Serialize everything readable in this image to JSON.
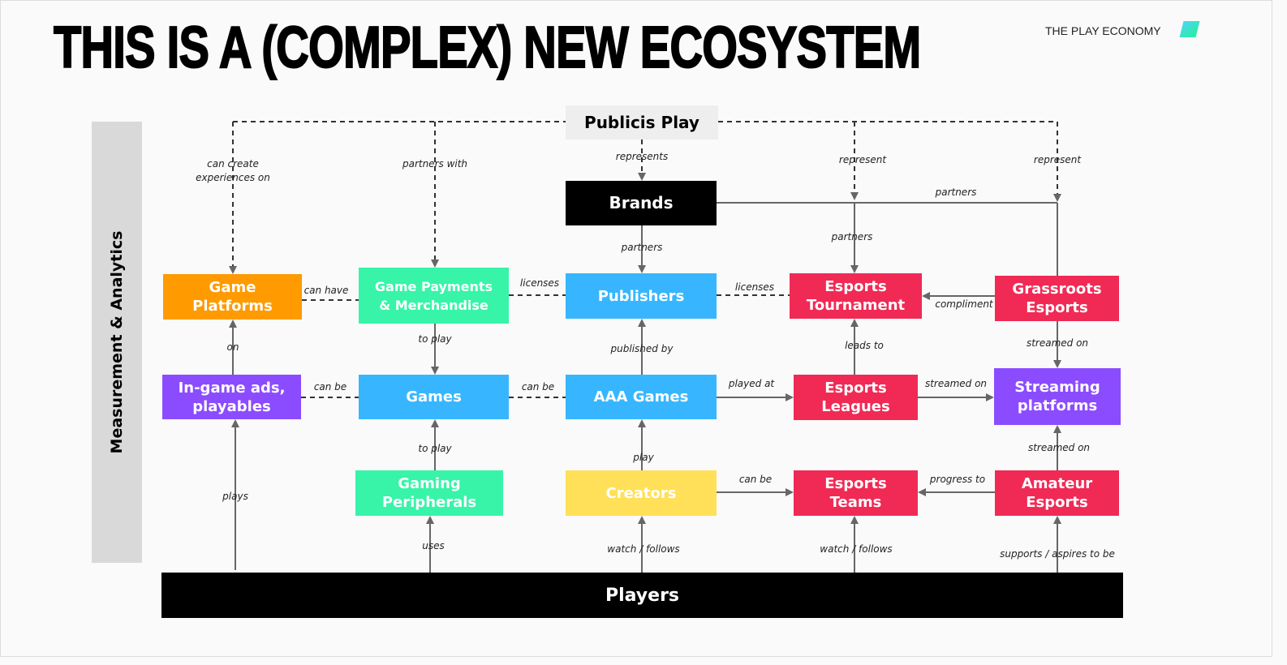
{
  "title": "THIS IS A (COMPLEX) NEW ECOSYSTEM",
  "brand": "THE PLAY ECONOMY",
  "sidebar_label": "Measurement & Analytics",
  "colors": {
    "orange": "#ff9a00",
    "green": "#37f4a8",
    "blue": "#37b6ff",
    "red": "#f02a55",
    "purple": "#8b4cff",
    "yellow": "#ffe058",
    "black": "#000000",
    "grey": "#eeeeee"
  },
  "nodes": {
    "publicis": "Publicis Play",
    "brands": "Brands",
    "game_platforms": "Game\nPlatforms",
    "payments": "Game Payments\n& Merchandise",
    "publishers": "Publishers",
    "esports_tournament": "Esports\nTournament",
    "grassroots": "Grassroots\nEsports",
    "ingame": "In-game ads,\nplayables",
    "games": "Games",
    "aaa": "AAA Games",
    "esports_leagues": "Esports\nLeagues",
    "streaming": "Streaming\nplatforms",
    "peripherals": "Gaming\nPeripherals",
    "creators": "Creators",
    "teams": "Esports\nTeams",
    "amateur": "Amateur\nEsports",
    "players": "Players"
  },
  "edge_labels": [
    "can create",
    "experiences on",
    "partners with",
    "represents",
    "represent",
    "represent",
    "partners",
    "partners",
    "partners",
    "compliment",
    "can have",
    "licenses",
    "licenses",
    "to play",
    "on",
    "can be",
    "can be",
    "published by",
    "played at",
    "leads to",
    "streamed on",
    "streamed on",
    "streamed on",
    "progress to",
    "can be",
    "play",
    "to play",
    "plays",
    "uses",
    "watch / follows",
    "watch / follows",
    "supports / aspires to be"
  ]
}
